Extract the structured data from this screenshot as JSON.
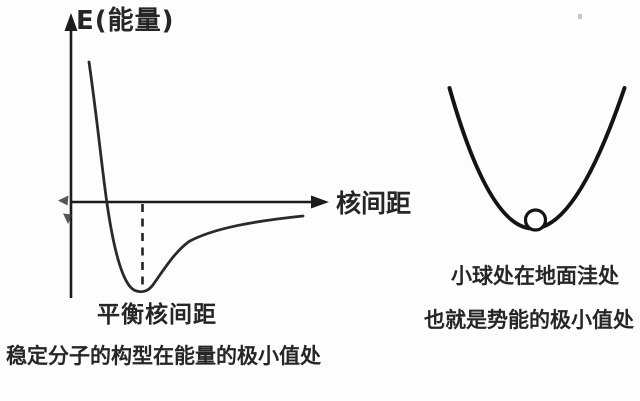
{
  "page": {
    "background_color": "#fdfdfd",
    "ink_color": "#262626"
  },
  "left_diagram": {
    "y_axis_label": "E(能量)",
    "x_axis_label": "核间距",
    "minimum_label": "平衡核间距",
    "caption": "稳定分子的构型在能量的极小值处"
  },
  "right_diagram": {
    "caption_line1": "小球处在地面洼处",
    "caption_line2": "也就是势能的极小值处"
  }
}
